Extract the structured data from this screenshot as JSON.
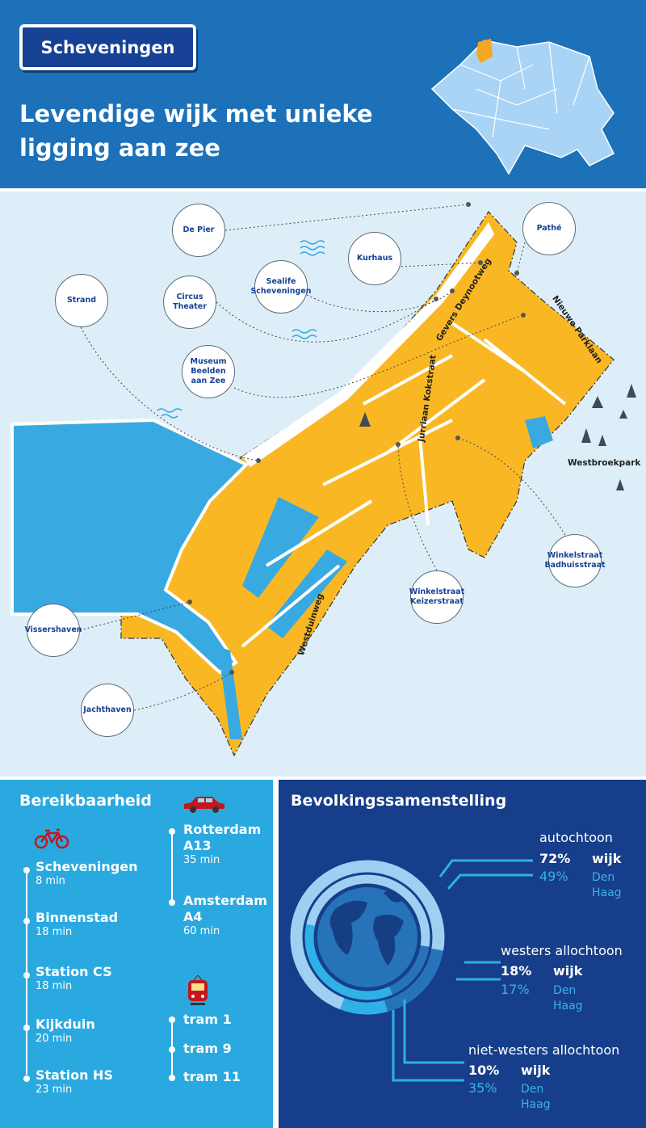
{
  "header": {
    "badge": "Scheveningen",
    "title": "Levendige wijk met unieke ligging aan zee"
  },
  "map": {
    "pois": [
      {
        "label": "De Pier"
      },
      {
        "label": "Strand"
      },
      {
        "label": "Circus Theater"
      },
      {
        "label": "Sealife Scheveningen"
      },
      {
        "label": "Kurhaus"
      },
      {
        "label": "Pathé"
      },
      {
        "label": "Museum Beelden aan Zee"
      },
      {
        "label": "Winkelstraat Badhuisstraat"
      },
      {
        "label": "Winkelstraat Keizerstraat"
      },
      {
        "label": "Vissershaven"
      },
      {
        "label": "Jachthaven"
      }
    ],
    "streets": [
      "Gevers Deynootweg",
      "Nieuwe Parklaan",
      "Jurriaan Kokstraat",
      "Westduinweg",
      "Westbroekpark"
    ]
  },
  "reach": {
    "title": "Bereikbaarheid",
    "bike": [
      {
        "place": "Scheveningen",
        "time": "8 min"
      },
      {
        "place": "Binnenstad",
        "time": "18 min"
      },
      {
        "place": "Station CS",
        "time": "18 min"
      },
      {
        "place": "Kijkduin",
        "time": "20 min"
      },
      {
        "place": "Station HS",
        "time": "23 min"
      }
    ],
    "car": [
      {
        "place": "Rotterdam",
        "road": "A13",
        "time": "35 min"
      },
      {
        "place": "Amsterdam",
        "road": "A4",
        "time": "60 min"
      }
    ],
    "tram": [
      "tram 1",
      "tram 9",
      "tram 11"
    ]
  },
  "population": {
    "title": "Bevolkingssamenstelling",
    "wijk_label": "wijk",
    "city_label_1": "Den",
    "city_label_2": "Haag",
    "groups": [
      {
        "name": "autochtoon",
        "wijk": "72%",
        "city": "49%"
      },
      {
        "name": "westers allochtoon",
        "wijk": "18%",
        "city": "17%"
      },
      {
        "name": "niet-westers allochtoon",
        "wijk": "10%",
        "city": "35%"
      }
    ],
    "chart_data": {
      "type": "pie",
      "series": [
        {
          "name": "wijk",
          "values": [
            72,
            18,
            10
          ]
        },
        {
          "name": "Den Haag",
          "values": [
            49,
            17,
            35
          ]
        }
      ],
      "categories": [
        "autochtoon",
        "westers allochtoon",
        "niet-westers allochtoon"
      ],
      "colors": [
        "#9fd0f2",
        "#2673b9",
        "#2fb0e6"
      ]
    }
  }
}
